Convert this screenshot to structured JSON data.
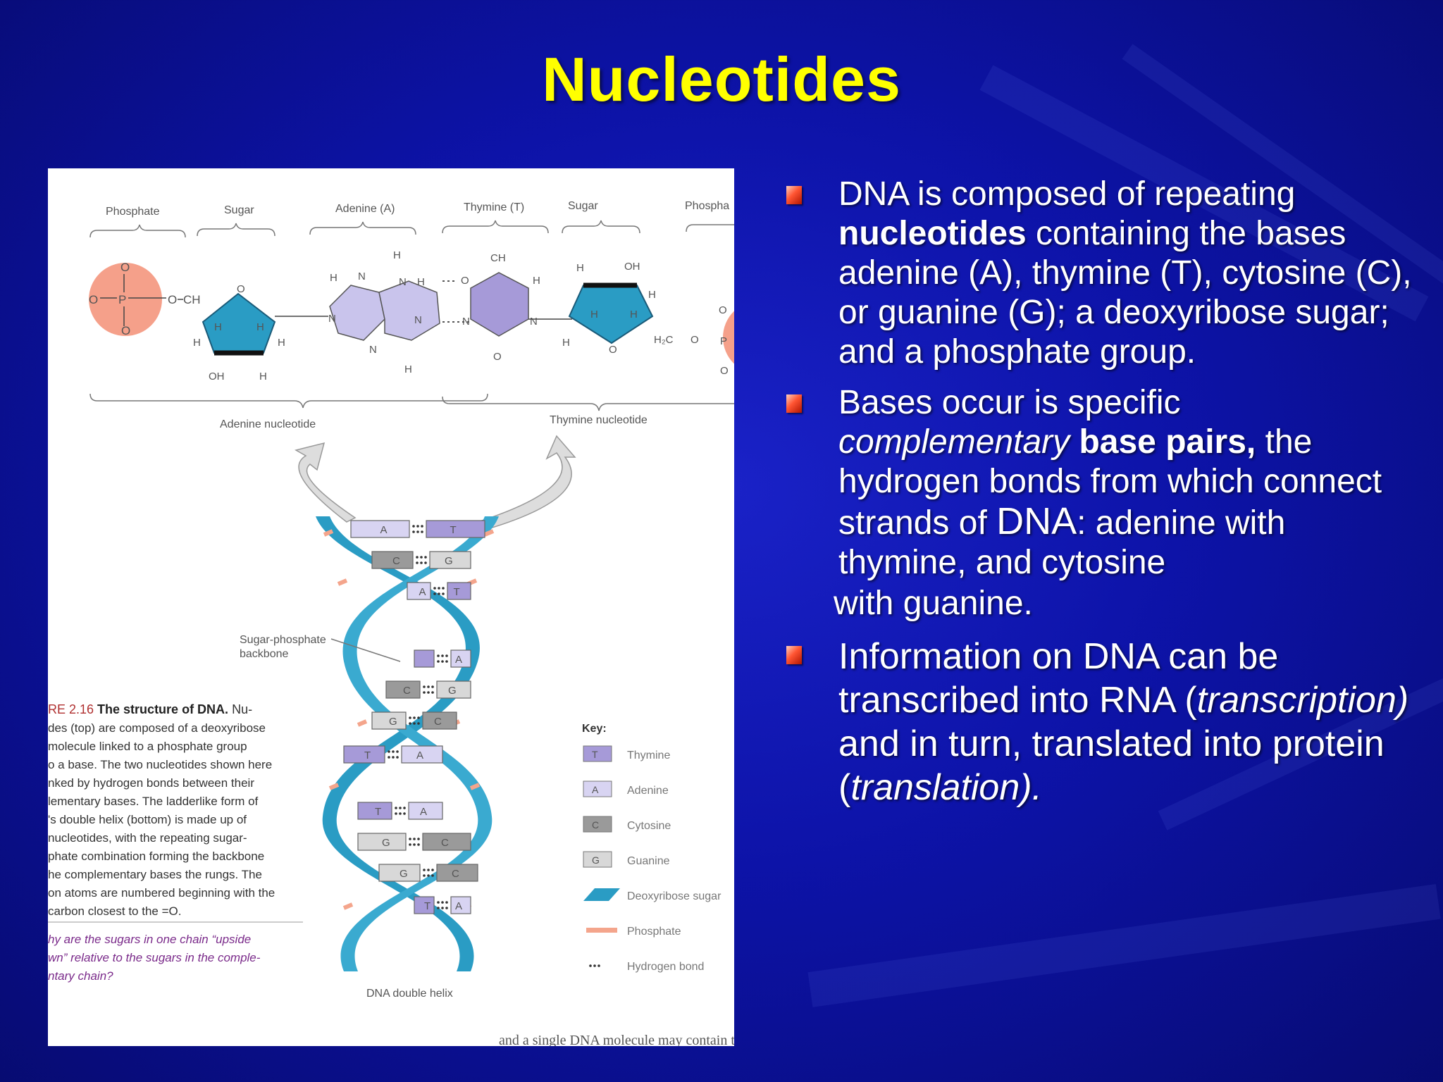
{
  "slide": {
    "title": "Nucleotides",
    "colors": {
      "title": "#ffff00",
      "background": "#0d13a8",
      "text": "#ffffff",
      "bullet": "#ff5533"
    }
  },
  "figure": {
    "top_labels": [
      "Phosphate",
      "Sugar",
      "Adenine (A)",
      "Thymine (T)",
      "Sugar",
      "Phospha"
    ],
    "nucleotide_labels": [
      "Adenine nucleotide",
      "Thymine nucleotide"
    ],
    "backbone_label": [
      "Sugar-phosphate",
      "backbone"
    ],
    "helix_label": "DNA double helix",
    "caption": {
      "heading": "RE 2.16 ",
      "heading_bold": "The structure of DNA.",
      "heading_tail": " Nu-",
      "lines": [
        "des (top) are composed of a deoxyribose",
        "molecule linked to a phosphate group",
        "o a base. The two nucleotides shown here",
        "nked by hydrogen bonds between their",
        "lementary bases. The ladderlike form of",
        "'s double helix (bottom) is made up of",
        "nucleotides, with the repeating sugar-",
        "phate combination forming the backbone",
        "he complementary bases the rungs. The",
        "on atoms are numbered beginning with the",
        "carbon closest to the =O."
      ],
      "question_lines": [
        "hy are the sugars in one chain “upside",
        "wn” relative to the sugars in the comple-",
        "ntary chain?"
      ]
    },
    "key": {
      "title": "Key:",
      "items": [
        {
          "letter": "T",
          "label": "Thymine"
        },
        {
          "letter": "A",
          "label": "Adenine"
        },
        {
          "letter": "C",
          "label": "Cytosine"
        },
        {
          "letter": "G",
          "label": "Guanine"
        },
        {
          "letter": "",
          "label": "Deoxyribose sugar"
        },
        {
          "letter": "",
          "label": "Phosphate"
        },
        {
          "letter": "",
          "label": "Hydrogen bond"
        }
      ]
    },
    "rungs": [
      {
        "left": "A",
        "right": "T"
      },
      {
        "left": "C",
        "right": "G"
      },
      {
        "left": "A",
        "right": "T"
      },
      {
        "left": "",
        "right": "A"
      },
      {
        "left": "C",
        "right": "G"
      },
      {
        "left": "G",
        "right": "C"
      },
      {
        "left": "T",
        "right": "A"
      },
      {
        "left": "T",
        "right": "A"
      },
      {
        "left": "G",
        "right": "C"
      },
      {
        "left": "G",
        "right": "C"
      },
      {
        "left": "T",
        "right": "A"
      }
    ],
    "bottom_text": "and a single DNA molecule may contain tho"
  },
  "bullets": {
    "b1": {
      "part1": "DNA is composed of repeating ",
      "bold1": "nucleotides",
      "part2": " containing the bases adenine (A), thymine (T), cytosine (C), or guanine (G); a deoxyribose sugar; and a phosphate group."
    },
    "b2": {
      "part1": "Bases occur is specific ",
      "italic1": "complementary",
      "bold1": " base pairs,",
      "part2": " the hydrogen bonds from which connect strands of ",
      "dna": "DNA",
      "part3": ": adenine with thymine, and cytosine",
      "cont": "with guanine."
    },
    "b3": {
      "part1": "Information on DNA can be transcribed into RNA (",
      "italic1": "transcription)",
      "part2": " and in turn, translated into protein (",
      "italic2": "translation)."
    }
  }
}
